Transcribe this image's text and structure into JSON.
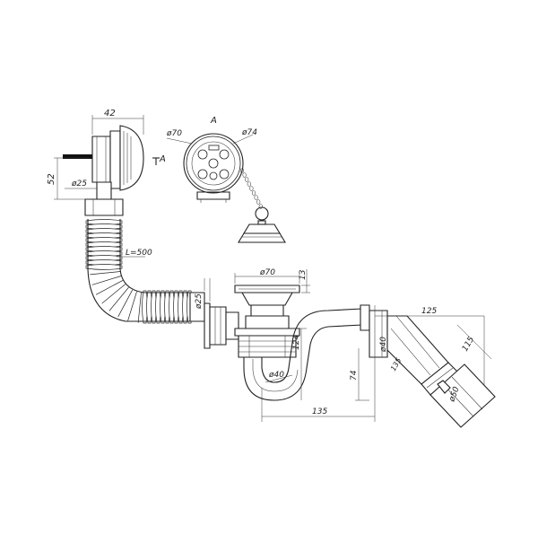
{
  "labels": {
    "overflow_width": "42",
    "overflow_diameter": "ø25",
    "overflow_height": "52",
    "hose_length": "L=500",
    "grate_inner_diameter": "ø70",
    "grate_outer_diameter": "ø74",
    "view_letter": "A",
    "section_letter": "A",
    "outlet_diameter": "ø70",
    "outlet_height": "13",
    "hose_connection_diameter": "ø25",
    "siphon_height": "124",
    "siphon_diameter": "ø40",
    "siphon_drop": "74",
    "siphon_width": "135",
    "outlet_length": "125",
    "outlet_elbow_length": "115",
    "outlet_connection_diameter": "ø40",
    "outlet_connection_length": "135",
    "outlet_end_diameter": "ø50"
  },
  "colors": {
    "line": "#222222",
    "background": "#ffffff"
  }
}
